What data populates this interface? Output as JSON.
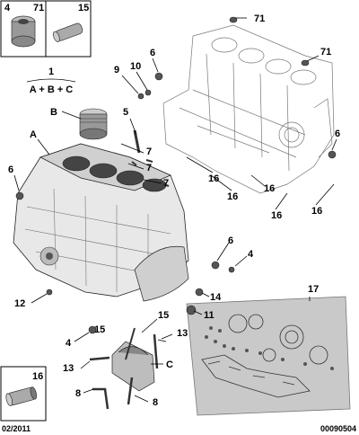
{
  "inset_top_left": {
    "labels": [
      "4",
      "71",
      "15"
    ]
  },
  "legend": {
    "number": "1",
    "formula": "A + B + C"
  },
  "inset_bottom_left": {
    "label": "16"
  },
  "callouts": {
    "a": "A",
    "b": "B",
    "c": "C",
    "n4a": "4",
    "n4b": "4",
    "n5": "5",
    "n6a": "6",
    "n6b": "6",
    "n6c": "6",
    "n6d": "6",
    "n7a": "7",
    "n7b": "7",
    "n7c": "7",
    "n8a": "8",
    "n8b": "8",
    "n9": "9",
    "n10": "10",
    "n11": "11",
    "n12": "12",
    "n13a": "13",
    "n13b": "13",
    "n14": "14",
    "n15": "15",
    "n16a": "16",
    "n16b": "16",
    "n16c": "16",
    "n16d": "16",
    "n16e": "16",
    "n17": "17",
    "n71a": "71",
    "n71b": "71"
  },
  "footer": {
    "date": "02/2011",
    "code": "00090504"
  }
}
